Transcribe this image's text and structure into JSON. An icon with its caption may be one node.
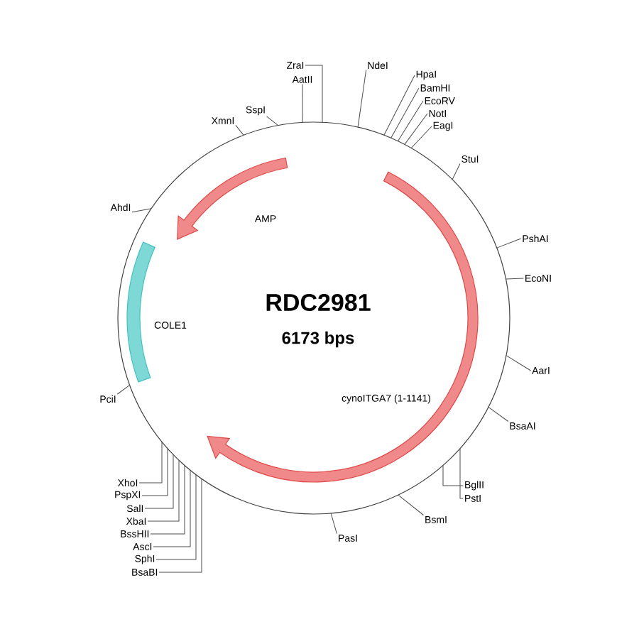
{
  "diagram": {
    "title": "RDC2981",
    "nodes": [
      {
        "text": [
          "NdeI"
        ]
      },
      {
        "text": [
          "HpaI"
        ]
      },
      {
        "text": [
          "BamHI"
        ]
      },
      {
        "text": [
          "EcoRV"
        ]
      },
      {
        "text": [
          "NotI"
        ]
      },
      {
        "text": [
          "EagI"
        ]
      },
      {
        "text": [
          "StuI"
        ]
      },
      {
        "text": [
          "PshAI"
        ]
      },
      {
        "text": [
          "EcoNI"
        ]
      },
      {
        "text": [
          "AarI"
        ]
      },
      {
        "text": [
          "BsaAI"
        ]
      },
      {
        "text": [
          "BglII"
        ]
      },
      {
        "text": [
          "PstI"
        ]
      },
      {
        "text": [
          "BsmI"
        ]
      },
      {
        "text": [
          "PasI"
        ]
      },
      {
        "text": [
          "PciI"
        ]
      },
      {
        "text": [
          "XhoI"
        ]
      },
      {
        "text": [
          "PspXI"
        ]
      },
      {
        "text": [
          "SalI"
        ]
      },
      {
        "text": [
          "XbaI"
        ]
      },
      {
        "text": [
          "BssHII"
        ]
      },
      {
        "text": [
          "AscI"
        ]
      },
      {
        "text": [
          "SphI"
        ]
      },
      {
        "text": [
          "BsaBI"
        ]
      },
      {
        "text": [
          "AhdI"
        ]
      },
      {
        "text": [
          "XmnI"
        ]
      },
      {
        "text": [
          "SspI"
        ]
      },
      {
        "text": [
          "ZraI"
        ]
      },
      {
        "text": [
          "AatII"
        ]
      }
    ],
    "edges": [
      {
        "from": 0,
        "to": null,
        "arrow": "none"
      },
      {
        "from": 1,
        "to": null,
        "arrow": "none"
      },
      {
        "from": 2,
        "to": null,
        "arrow": "none"
      },
      {
        "from": 3,
        "to": null,
        "arrow": "none"
      },
      {
        "from": 4,
        "to": null,
        "arrow": "none"
      },
      {
        "from": 5,
        "to": null,
        "arrow": "none"
      },
      {
        "from": 6,
        "to": null,
        "arrow": "none"
      },
      {
        "from": 7,
        "to": null,
        "arrow": "none"
      },
      {
        "from": 8,
        "to": null,
        "arrow": "none"
      },
      {
        "from": 9,
        "to": null,
        "arrow": "none"
      },
      {
        "from": 10,
        "to": null,
        "arrow": "none"
      },
      {
        "from": 11,
        "to": null,
        "arrow": "none"
      },
      {
        "from": 12,
        "to": null,
        "arrow": "none"
      },
      {
        "from": 13,
        "to": null,
        "arrow": "none"
      },
      {
        "from": 14,
        "to": null,
        "arrow": "none"
      },
      {
        "from": 15,
        "to": null,
        "arrow": "none"
      },
      {
        "from": 16,
        "to": null,
        "arrow": "none"
      },
      {
        "from": 17,
        "to": null,
        "arrow": "none"
      },
      {
        "from": 18,
        "to": null,
        "arrow": "none"
      },
      {
        "from": 19,
        "to": null,
        "arrow": "none"
      },
      {
        "from": 20,
        "to": null,
        "arrow": "none"
      },
      {
        "from": 21,
        "to": null,
        "arrow": "none"
      },
      {
        "from": 22,
        "to": null,
        "arrow": "none"
      },
      {
        "from": 23,
        "to": null,
        "arrow": "none"
      },
      {
        "from": 24,
        "to": null,
        "arrow": "none"
      },
      {
        "from": 25,
        "to": null,
        "arrow": "none"
      },
      {
        "from": 26,
        "to": null,
        "arrow": "none"
      },
      {
        "from": 27,
        "to": null,
        "arrow": "none"
      },
      {
        "from": 28,
        "to": null,
        "arrow": "none"
      }
    ],
    "labels": [
      "6173 bps",
      "AMP",
      "COLE1",
      "cynoITGA7 (1-1141)"
    ]
  }
}
